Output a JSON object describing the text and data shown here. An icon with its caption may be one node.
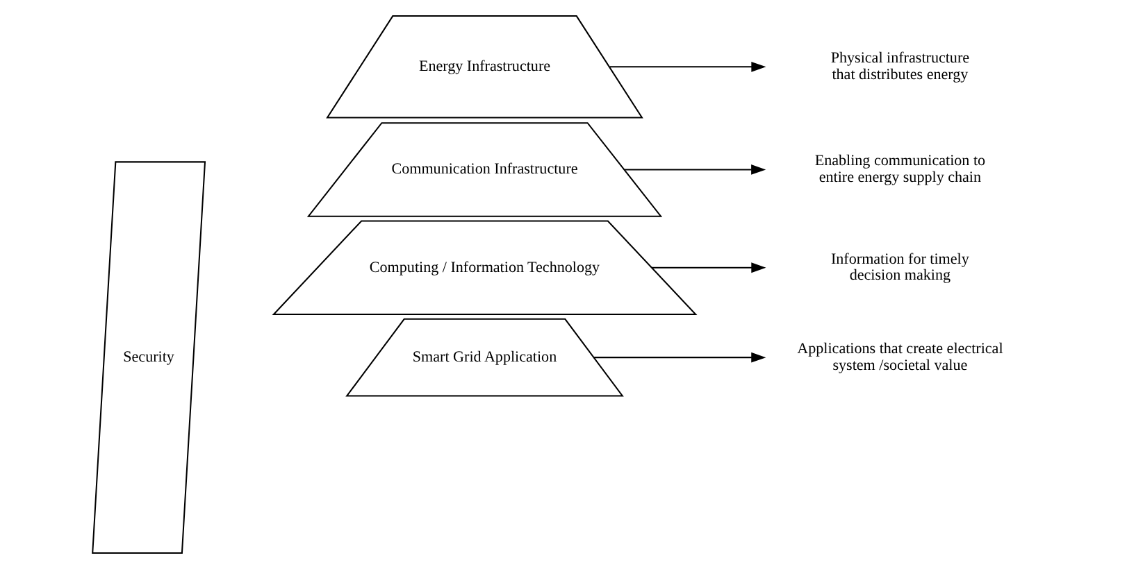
{
  "diagram": {
    "nodes": [
      {
        "text": [
          "Security"
        ]
      },
      {
        "text": [
          "Smart Grid Application"
        ]
      },
      {
        "text": [
          "Computing / Information Technology"
        ]
      },
      {
        "text": [
          "Communication Infrastructure"
        ]
      },
      {
        "text": [
          "Energy Infrastructure"
        ]
      },
      {
        "text": [
          "Applications that create electrical system /societal value"
        ]
      },
      {
        "text": [
          "Information for timely decision making"
        ]
      },
      {
        "text": [
          "Enabling communication to entire energy supply chain"
        ]
      },
      {
        "text": [
          "Physical infrastructure that distributes energy"
        ]
      }
    ],
    "edges": [
      {
        "from": 1,
        "to": 5,
        "arrow": "to"
      },
      {
        "from": 2,
        "to": 6,
        "arrow": "to"
      },
      {
        "from": 3,
        "to": 7,
        "arrow": "to"
      },
      {
        "from": 4,
        "to": 8,
        "arrow": "to"
      }
    ]
  }
}
